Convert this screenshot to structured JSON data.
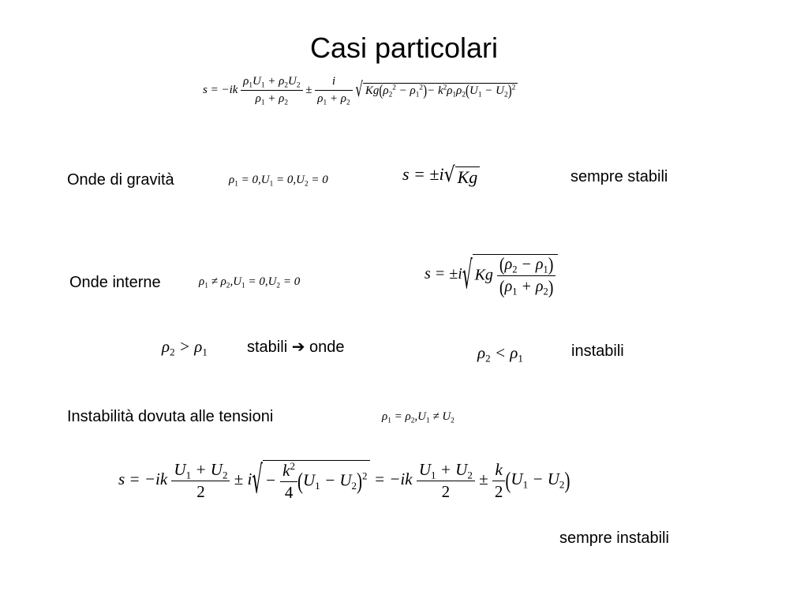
{
  "title": "Casi particolari",
  "sections": {
    "gravity": {
      "label": "Onde di gravità",
      "result": "sempre stabili"
    },
    "internal": {
      "label": "Onde interne",
      "stable": "stabili",
      "arrow": "➔",
      "waves": "onde",
      "unstable": "instabili"
    },
    "tension": {
      "label": "Instabilità dovuta alle tensioni",
      "result": "sempre instabili"
    }
  }
}
